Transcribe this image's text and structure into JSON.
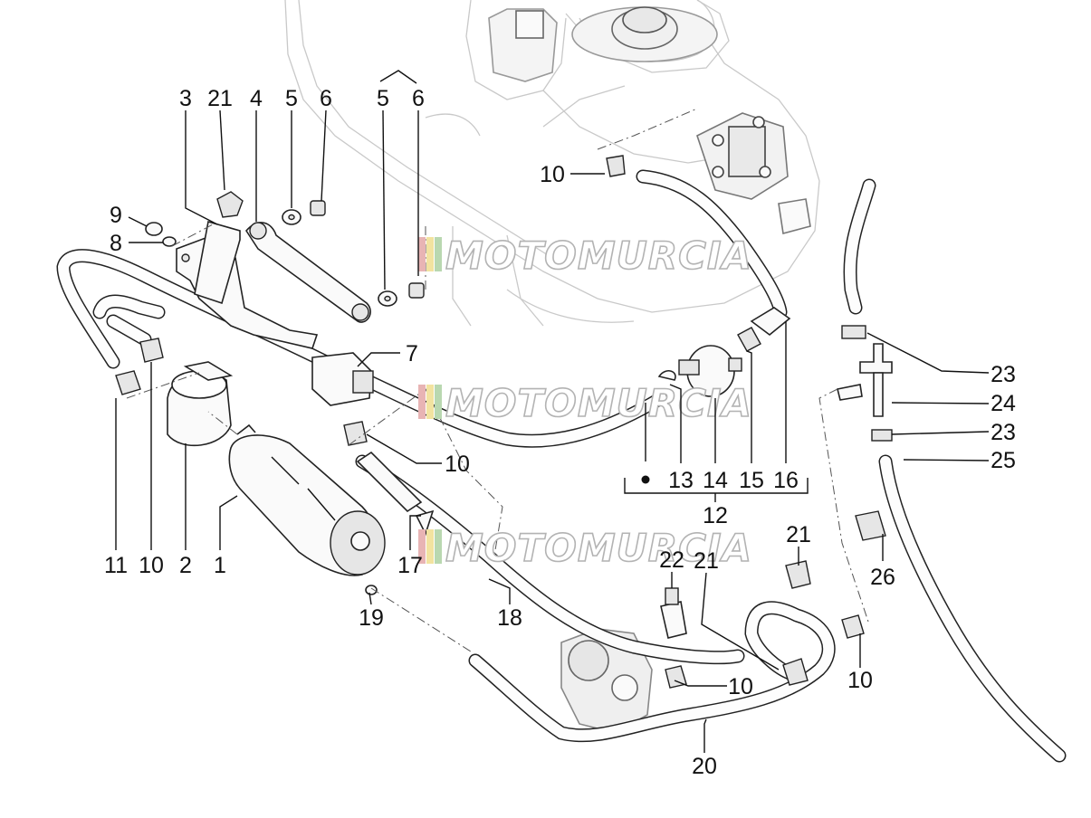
{
  "watermark": {
    "text": "MOTOMURCIA",
    "stripe_colors": [
      "#e8b4b4",
      "#f2e3a0",
      "#b9d8b0"
    ]
  },
  "callouts": [
    {
      "id": "c3",
      "label": "3"
    },
    {
      "id": "c21a",
      "label": "21"
    },
    {
      "id": "c4",
      "label": "4"
    },
    {
      "id": "c5a",
      "label": "5"
    },
    {
      "id": "c6a",
      "label": "6"
    },
    {
      "id": "c5b",
      "label": "5"
    },
    {
      "id": "c6b",
      "label": "6"
    },
    {
      "id": "c9",
      "label": "9"
    },
    {
      "id": "c8",
      "label": "8"
    },
    {
      "id": "c10a",
      "label": "10"
    },
    {
      "id": "c7",
      "label": "7"
    },
    {
      "id": "c10b",
      "label": "10"
    },
    {
      "id": "c11",
      "label": "11"
    },
    {
      "id": "c10c",
      "label": "10"
    },
    {
      "id": "c2",
      "label": "2"
    },
    {
      "id": "c1",
      "label": "1"
    },
    {
      "id": "c17",
      "label": "17"
    },
    {
      "id": "c19",
      "label": "19"
    },
    {
      "id": "c18",
      "label": "18"
    },
    {
      "id": "c13",
      "label": "13"
    },
    {
      "id": "c14",
      "label": "14"
    },
    {
      "id": "c15",
      "label": "15"
    },
    {
      "id": "c16",
      "label": "16"
    },
    {
      "id": "c12",
      "label": "12"
    },
    {
      "id": "c23a",
      "label": "23"
    },
    {
      "id": "c24",
      "label": "24"
    },
    {
      "id": "c23b",
      "label": "23"
    },
    {
      "id": "c25",
      "label": "25"
    },
    {
      "id": "c26",
      "label": "26"
    },
    {
      "id": "c21b",
      "label": "21"
    },
    {
      "id": "c22",
      "label": "22"
    },
    {
      "id": "c21c",
      "label": "21"
    },
    {
      "id": "c10d",
      "label": "10"
    },
    {
      "id": "c10e",
      "label": "10"
    },
    {
      "id": "c20",
      "label": "20"
    }
  ]
}
